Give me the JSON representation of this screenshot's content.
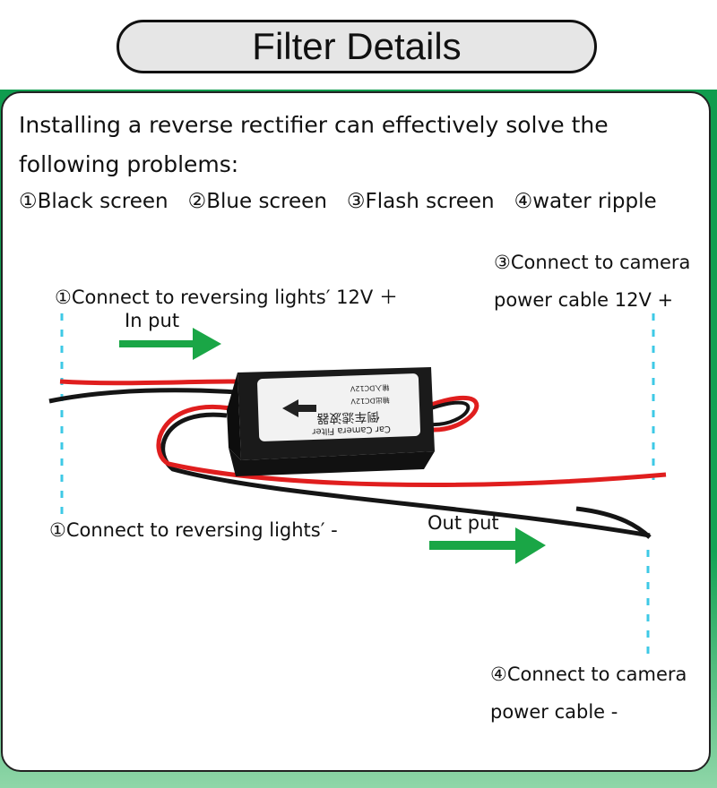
{
  "header": {
    "title": "Filter Details"
  },
  "intro": "Installing a reverse rectifier can effectively solve the following problems:",
  "problems": [
    "①Black screen",
    "②Blue screen",
    "③Flash screen",
    "④water ripple"
  ],
  "labels": {
    "input_positive": "①Connect to reversing lights′ 12V ＋",
    "input_negative": "①Connect to reversing lights′ -",
    "camera_positive_line1": "③Connect to  camera",
    "camera_positive_line2": "power cable 12V +",
    "camera_negative_line1": "④Connect to  camera",
    "camera_negative_line2": "power cable -",
    "input_direction": "In put",
    "output_direction": "Out put"
  },
  "device": {
    "label_lines": [
      "倒车滤波器",
      "Car Camera Filter",
      "输出DC12V",
      "输入DC12V"
    ],
    "body_color": "#1a1a1a",
    "label_color": "#f2f2f2"
  },
  "colors": {
    "arrow": "#1aa646",
    "guide_line": "#3ec9e6",
    "wire_red": "#e01e1e",
    "wire_black": "#151515"
  }
}
